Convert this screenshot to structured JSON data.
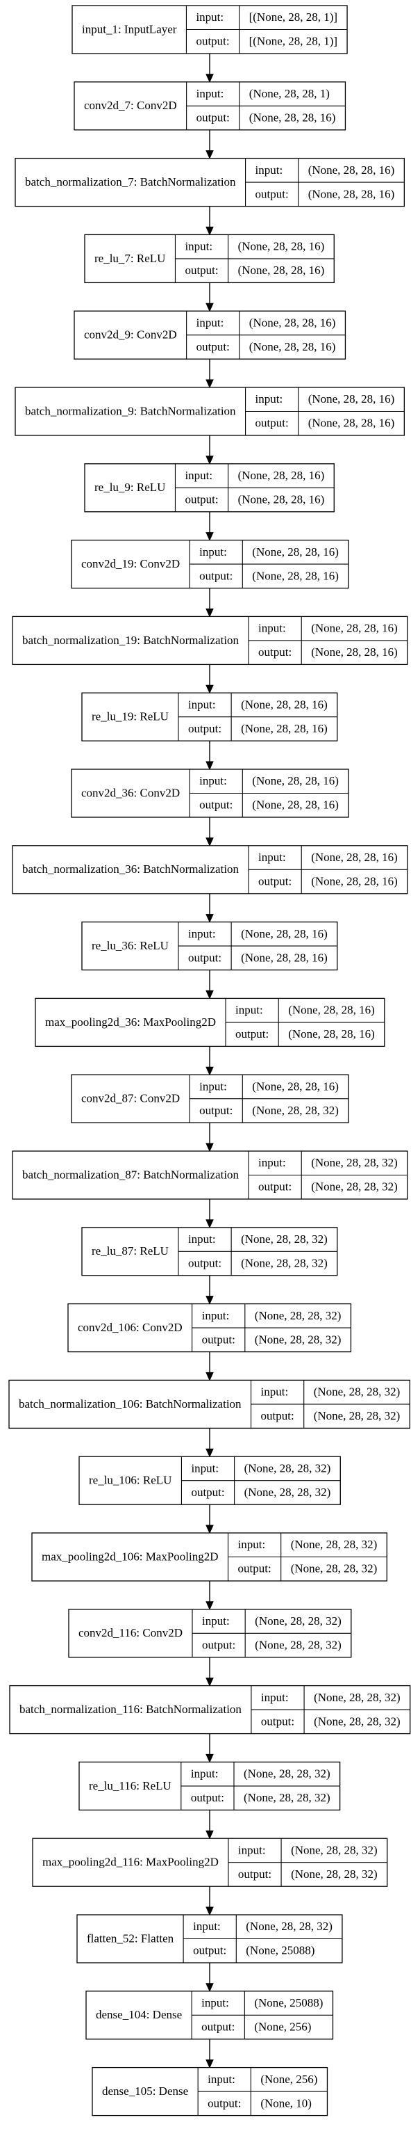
{
  "diagram": {
    "type": "keras-model-plot",
    "port_labels": {
      "input": "input:",
      "output": "output:"
    },
    "layers": [
      {
        "name": "input_1: InputLayer",
        "input": "[(None, 28, 28, 1)]",
        "output": "[(None, 28, 28, 1)]"
      },
      {
        "name": "conv2d_7: Conv2D",
        "input": "(None, 28, 28, 1)",
        "output": "(None, 28, 28, 16)"
      },
      {
        "name": "batch_normalization_7: BatchNormalization",
        "input": "(None, 28, 28, 16)",
        "output": "(None, 28, 28, 16)"
      },
      {
        "name": "re_lu_7: ReLU",
        "input": "(None, 28, 28, 16)",
        "output": "(None, 28, 28, 16)"
      },
      {
        "name": "conv2d_9: Conv2D",
        "input": "(None, 28, 28, 16)",
        "output": "(None, 28, 28, 16)"
      },
      {
        "name": "batch_normalization_9: BatchNormalization",
        "input": "(None, 28, 28, 16)",
        "output": "(None, 28, 28, 16)"
      },
      {
        "name": "re_lu_9: ReLU",
        "input": "(None, 28, 28, 16)",
        "output": "(None, 28, 28, 16)"
      },
      {
        "name": "conv2d_19: Conv2D",
        "input": "(None, 28, 28, 16)",
        "output": "(None, 28, 28, 16)"
      },
      {
        "name": "batch_normalization_19: BatchNormalization",
        "input": "(None, 28, 28, 16)",
        "output": "(None, 28, 28, 16)"
      },
      {
        "name": "re_lu_19: ReLU",
        "input": "(None, 28, 28, 16)",
        "output": "(None, 28, 28, 16)"
      },
      {
        "name": "conv2d_36: Conv2D",
        "input": "(None, 28, 28, 16)",
        "output": "(None, 28, 28, 16)"
      },
      {
        "name": "batch_normalization_36: BatchNormalization",
        "input": "(None, 28, 28, 16)",
        "output": "(None, 28, 28, 16)"
      },
      {
        "name": "re_lu_36: ReLU",
        "input": "(None, 28, 28, 16)",
        "output": "(None, 28, 28, 16)"
      },
      {
        "name": "max_pooling2d_36: MaxPooling2D",
        "input": "(None, 28, 28, 16)",
        "output": "(None, 28, 28, 16)"
      },
      {
        "name": "conv2d_87: Conv2D",
        "input": "(None, 28, 28, 16)",
        "output": "(None, 28, 28, 32)"
      },
      {
        "name": "batch_normalization_87: BatchNormalization",
        "input": "(None, 28, 28, 32)",
        "output": "(None, 28, 28, 32)"
      },
      {
        "name": "re_lu_87: ReLU",
        "input": "(None, 28, 28, 32)",
        "output": "(None, 28, 28, 32)"
      },
      {
        "name": "conv2d_106: Conv2D",
        "input": "(None, 28, 28, 32)",
        "output": "(None, 28, 28, 32)"
      },
      {
        "name": "batch_normalization_106: BatchNormalization",
        "input": "(None, 28, 28, 32)",
        "output": "(None, 28, 28, 32)"
      },
      {
        "name": "re_lu_106: ReLU",
        "input": "(None, 28, 28, 32)",
        "output": "(None, 28, 28, 32)"
      },
      {
        "name": "max_pooling2d_106: MaxPooling2D",
        "input": "(None, 28, 28, 32)",
        "output": "(None, 28, 28, 32)"
      },
      {
        "name": "conv2d_116: Conv2D",
        "input": "(None, 28, 28, 32)",
        "output": "(None, 28, 28, 32)"
      },
      {
        "name": "batch_normalization_116: BatchNormalization",
        "input": "(None, 28, 28, 32)",
        "output": "(None, 28, 28, 32)"
      },
      {
        "name": "re_lu_116: ReLU",
        "input": "(None, 28, 28, 32)",
        "output": "(None, 28, 28, 32)"
      },
      {
        "name": "max_pooling2d_116: MaxPooling2D",
        "input": "(None, 28, 28, 32)",
        "output": "(None, 28, 28, 32)"
      },
      {
        "name": "flatten_52: Flatten",
        "input": "(None, 28, 28, 32)",
        "output": "(None, 25088)"
      },
      {
        "name": "dense_104: Dense",
        "input": "(None, 25088)",
        "output": "(None, 256)"
      },
      {
        "name": "dense_105: Dense",
        "input": "(None, 256)",
        "output": "(None, 10)"
      }
    ]
  }
}
